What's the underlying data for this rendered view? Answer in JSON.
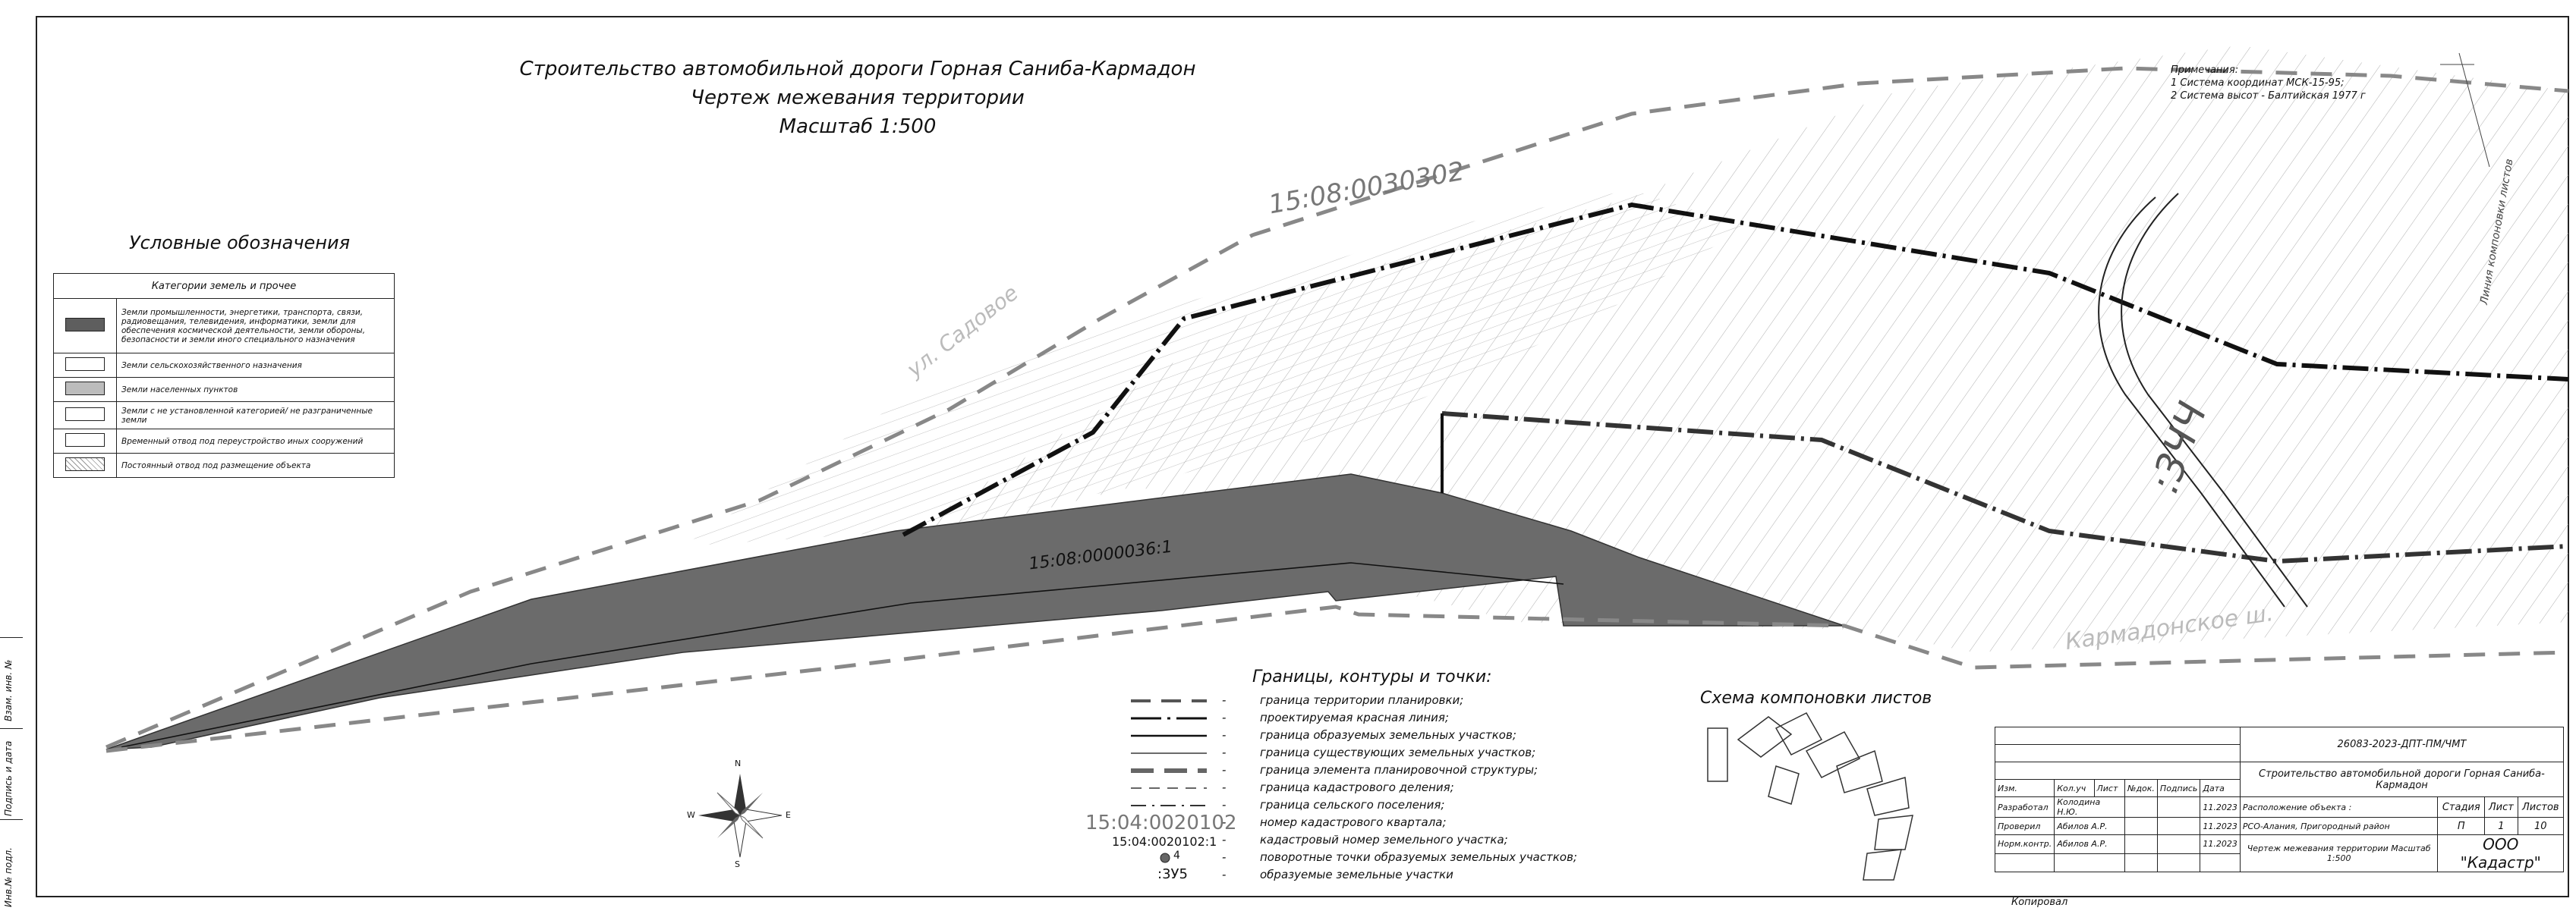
{
  "title": {
    "line1": "Строительство автомобильной дороги Горная Санибa-Кармадон",
    "line2": "Чертеж межевания территории",
    "line3": "Масштаб 1:500"
  },
  "notes": {
    "header": "Примечания:",
    "items": [
      "1   Система координат МСК-15-95;",
      "2   Система высот - Балтийская 1977 г"
    ]
  },
  "map_labels": {
    "quarter_big": "15:08:0030302",
    "plot": "15:08:0000036:1",
    "plot_number": ":3ЧЧ",
    "road_faint": "Кармадонское ш.",
    "road_faint2": "ул. Садовое",
    "boundary_line": "Линия компоновки листов"
  },
  "legend": {
    "title": "Условные обозначения",
    "table_header": "Категории земель и прочее",
    "rows": [
      {
        "label": "Земли промышленности, энергетики, транспорта, связи, радиовещания, телевидения, информатики, земли для обеспечения космической деятельности, земли обороны, безопасности и земли иного специального назначения",
        "swatch": "dark"
      },
      {
        "label": "Земли сельскохозяйственного назначения",
        "swatch": "white"
      },
      {
        "label": "Земли населенных пунктов",
        "swatch": "gray"
      },
      {
        "label": "Земли с не установленной категорией/ не разграниченные земли",
        "swatch": "white"
      },
      {
        "label": "Временный отвод под переустройство иных сооружений",
        "swatch": "white"
      },
      {
        "label": "Постоянный отвод под размещение объекта",
        "swatch": "hatch"
      }
    ]
  },
  "boundaries": {
    "title": "Границы, контуры и точки:",
    "items": [
      {
        "label": "граница территории планировки;"
      },
      {
        "label": "проектируемая красная линия;"
      },
      {
        "label": "граница образуемых земельных участков;"
      },
      {
        "label": "граница существующих земельных участков;"
      },
      {
        "label": "граница элемента планировочной структуры;"
      },
      {
        "label": "граница кадастрового деления;"
      },
      {
        "label": "граница сельского поселения;"
      },
      {
        "sample": "15:04:0020102",
        "label": "номер кадастрового квартала;"
      },
      {
        "sample": "15:04:0020102:1",
        "label": "кадастровый номер земельного участка;"
      },
      {
        "sample": "4",
        "label": "поворотные точки образуемых земельных участков;"
      },
      {
        "sample": ":3У5",
        "label": "образуемые земельные участки"
      }
    ],
    "dash": "-"
  },
  "scheme": {
    "title": "Схема компоновки листов"
  },
  "compass": {
    "n": "N",
    "s": "S",
    "e": "E",
    "w": "W"
  },
  "stamp": {
    "code": "26083-2023-ДПТ-ПМ/ЧМТ",
    "object": "Строительство автомобильной дороги Горная Санибa-Кармадон",
    "location_label": "Расположение объекта :",
    "location_value": "РСО-Алания, Пригородный район",
    "drawing": "Чертеж межевания территории Масштаб 1:500",
    "company": "ООО \"Кадастр\"",
    "col_headers": [
      "Изм.",
      "Кол.уч",
      "Лист",
      "№док.",
      "Подпись",
      "Дата"
    ],
    "stage_headers": [
      "Стадия",
      "Лист",
      "Листов"
    ],
    "stage_values": [
      "П",
      "1",
      "10"
    ],
    "people": [
      {
        "role": "Разработал",
        "name": "Колодина Н.Ю.",
        "date": "11.2023"
      },
      {
        "role": "Проверил",
        "name": "Абилов А.Р.",
        "date": "11.2023"
      },
      {
        "role": "Норм.контр.",
        "name": "Абилов А.Р.",
        "date": "11.2023"
      }
    ],
    "copied": "Копировал"
  },
  "side": {
    "labels": [
      "Взам. инв. №",
      "Подпись и дата",
      "Инв.№ подл."
    ]
  }
}
